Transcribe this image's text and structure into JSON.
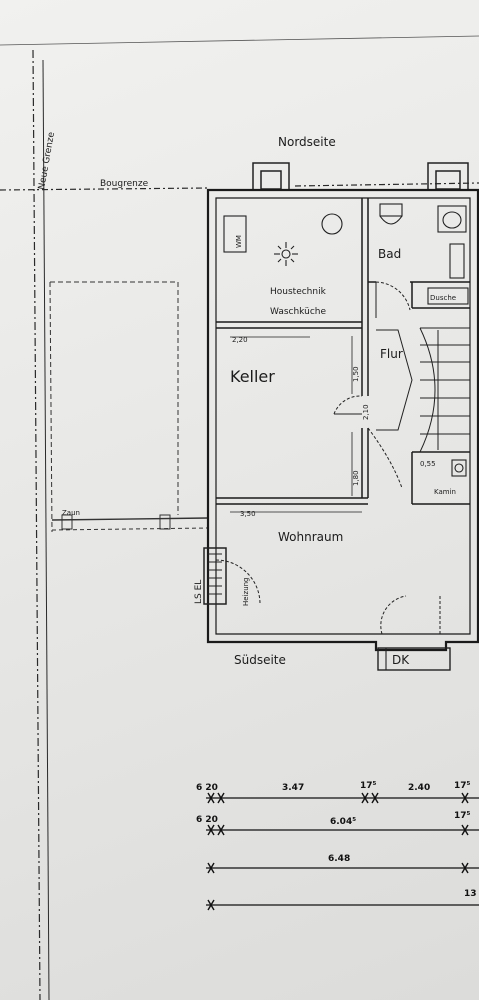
{
  "plan": {
    "neue_grenze": "Neue Grenze",
    "baugrenze": "Bougrenze",
    "nordseite": "Nordseite",
    "suedseite": "Südseite",
    "zaun": "Zaun",
    "ls_el": "LS EL",
    "heizung": "Heizung",
    "wm": "WM",
    "rooms": {
      "bad": "Bad",
      "haustechnik": "Houstechnik",
      "waschkueche": "Waschküche",
      "keller": "Keller",
      "flur": "Flur",
      "wohnraum": "Wohnraum",
      "kamin": "Kamin",
      "dusche": "Dusche",
      "dk": "DK"
    },
    "room_dims": {
      "keller_width": "2,20",
      "wohnraum_width": "3,50",
      "flur_upper": "1,50",
      "flur_door": "2,10",
      "flur_lower": "1,80",
      "kamin_dim": "0,55"
    }
  },
  "dimensions": {
    "row1": {
      "left": "6 20",
      "seg1": "3.47",
      "mid": "17⁵",
      "seg2": "2.40",
      "right": "17⁵"
    },
    "row2": {
      "left": "6 20",
      "seg1": "6.04⁵",
      "right": "17⁵"
    },
    "row3": {
      "seg1": "6.48"
    },
    "row4": {
      "right": "13"
    }
  }
}
